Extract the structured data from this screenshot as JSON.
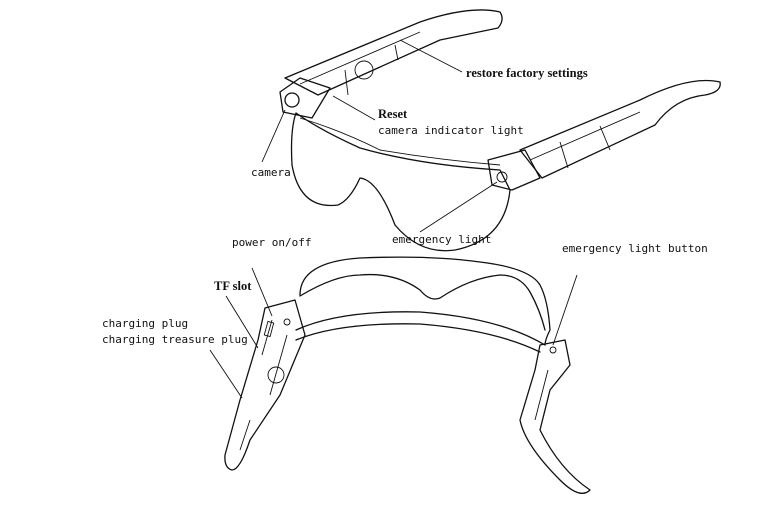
{
  "labels": {
    "restore_factory_settings": "restore factory settings",
    "reset": "Reset",
    "camera_indicator_light": "camera indicator light",
    "camera": "camera",
    "emergency_light": "emergency light",
    "power_on_off": "power on/off",
    "emergency_light_button": "emergency light button",
    "tf_slot": "TF slot",
    "charging_plug": "charging plug",
    "charging_treasure_plug": "charging treasure plug"
  }
}
